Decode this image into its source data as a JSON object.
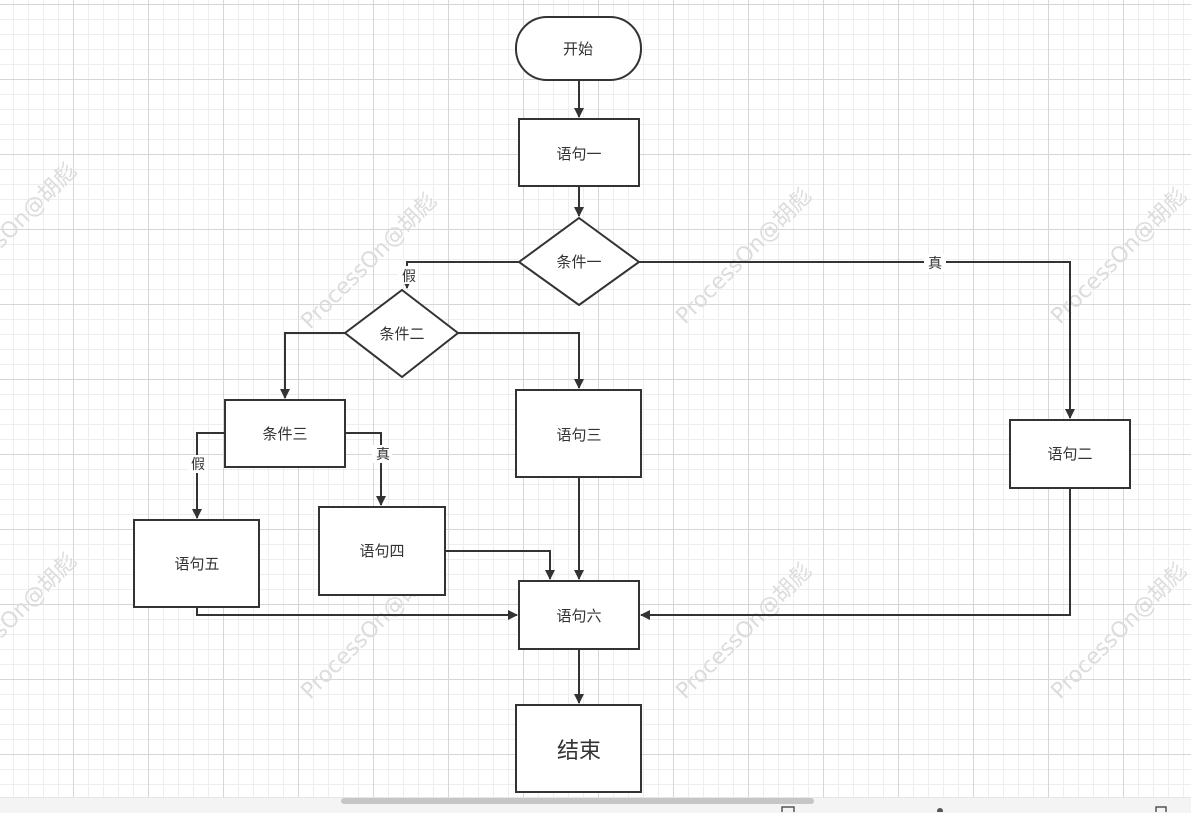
{
  "nodes": {
    "start": "开始",
    "stmt1": "语句一",
    "cond1": "条件一",
    "cond2": "条件二",
    "cond3": "条件三",
    "stmt2": "语句二",
    "stmt3": "语句三",
    "stmt4": "语句四",
    "stmt5": "语句五",
    "stmt6": "语句六",
    "end": "结束"
  },
  "edge_labels": {
    "cond1_false": "假",
    "cond1_true": "真",
    "cond3_false": "假",
    "cond3_true": "真"
  },
  "watermark": "ProcessOn@胡彪"
}
